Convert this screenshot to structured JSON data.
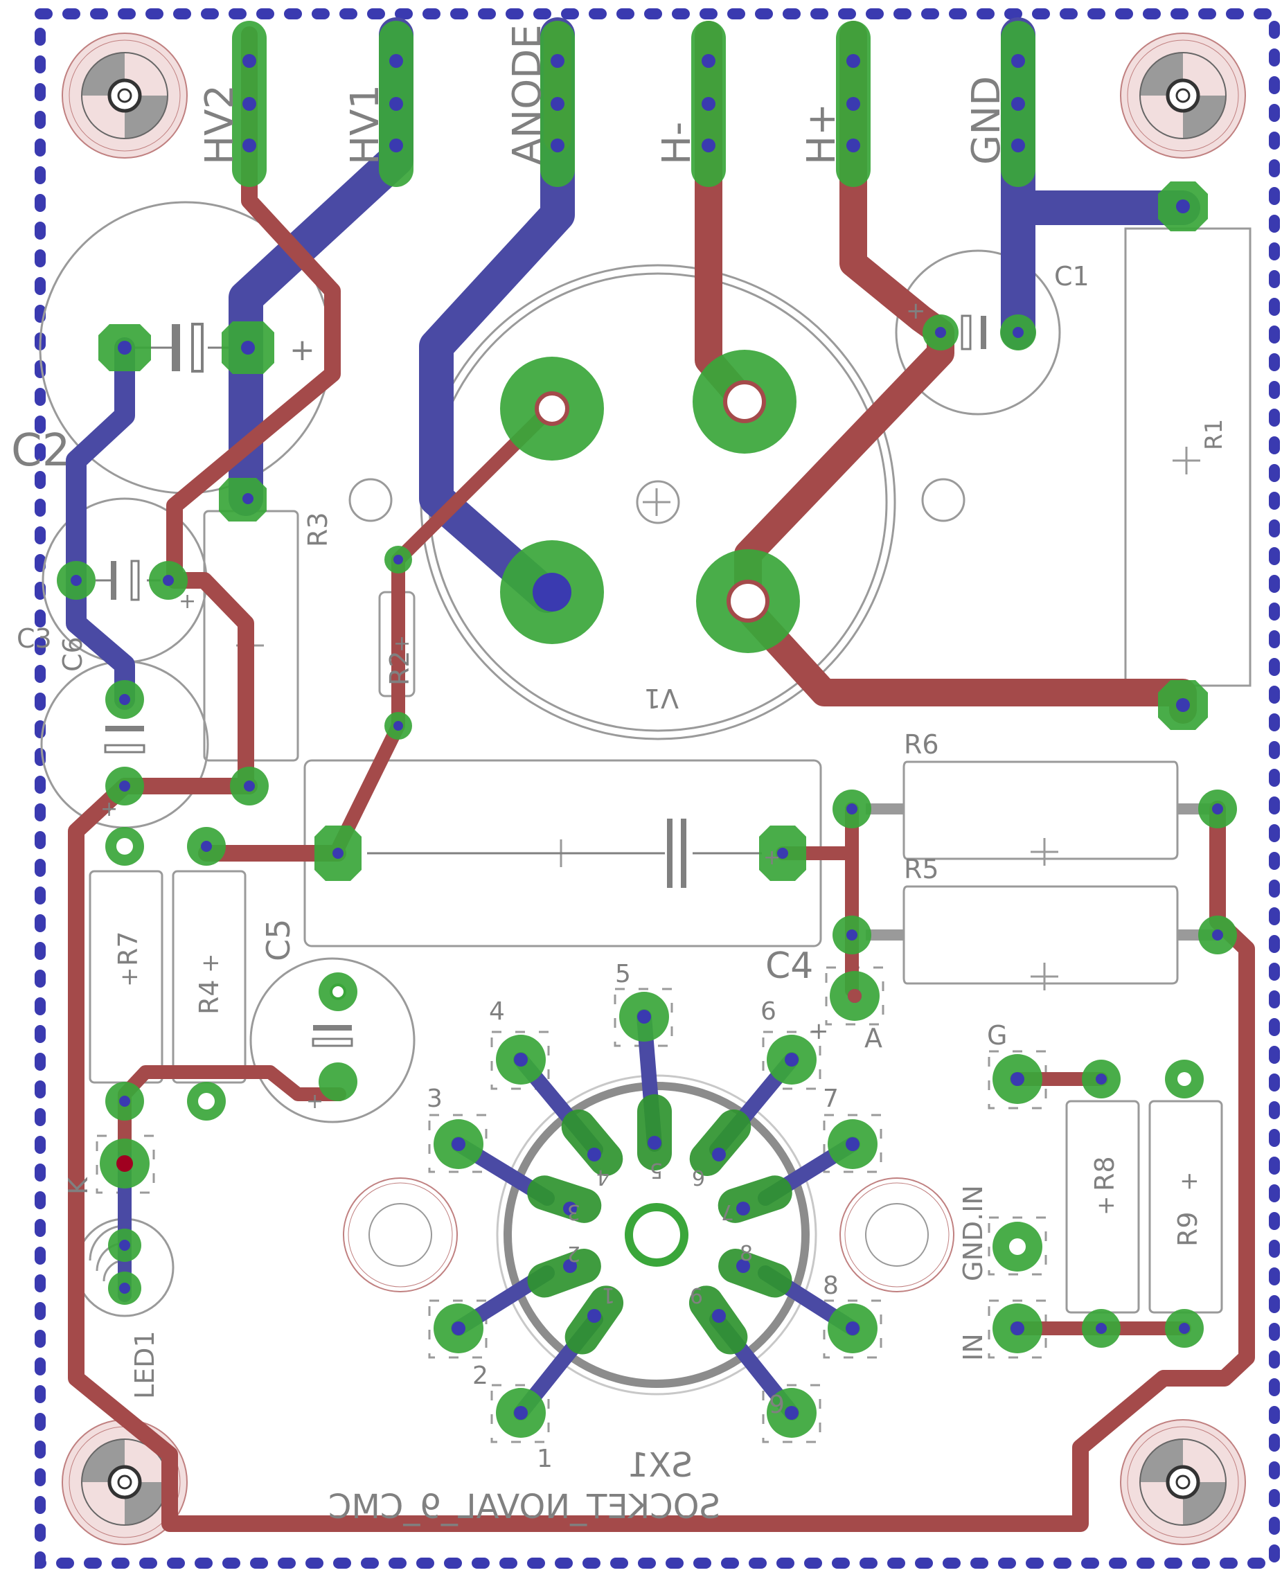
{
  "colors": {
    "top_copper": "#a44a4a",
    "bottom_copper": "#4a4aa4",
    "pad": "#3aa63a",
    "silkscreen": "#808080",
    "board_outline": "#3a3ab0",
    "background": "#ffffff"
  },
  "connectors": {
    "hv2": "HV2",
    "hv1": "HV1",
    "anode": "ANODE",
    "h_minus": "H-",
    "h_plus": "H+",
    "gnd": "GND"
  },
  "components": {
    "c1": "C1",
    "c2": "C2",
    "c3": "C3",
    "c4": "C4",
    "c5": "C5",
    "c6": "C6",
    "r1": "R1",
    "r2": "R2",
    "r3": "R3",
    "r4": "R4",
    "r5": "R5",
    "r6": "R6",
    "r7": "R7",
    "r8": "R8",
    "r9": "R9",
    "v1": "V1",
    "sx1": "SX1",
    "socket_name": "SOCKET_NOVAL_9_CMC",
    "led1": "LED1",
    "pad_k": "K",
    "pad_a": "A",
    "pad_g": "G",
    "pad_gnd_in": "GND.IN",
    "pad_in": "IN"
  },
  "pin_numbers": {
    "outer": [
      "1",
      "2",
      "3",
      "4",
      "5",
      "6",
      "7",
      "8",
      "9"
    ],
    "inner": [
      "1",
      "2",
      "3",
      "4",
      "5",
      "6",
      "7",
      "8",
      "9"
    ]
  },
  "polarity_mark": "+"
}
